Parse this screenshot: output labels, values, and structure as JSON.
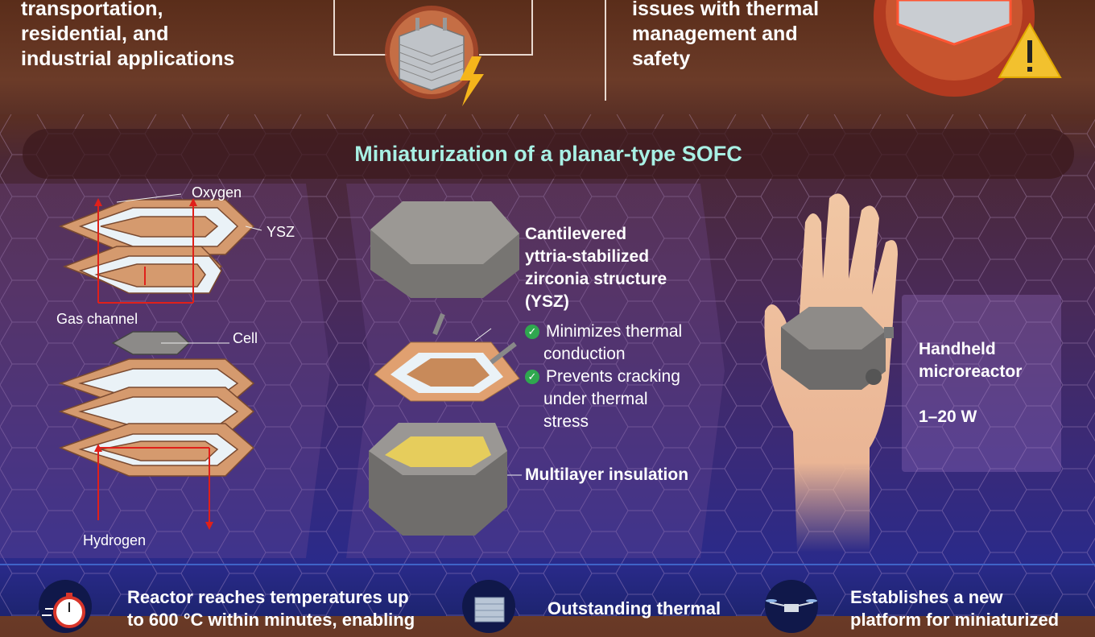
{
  "top": {
    "left_text": [
      "transportation,",
      "residential, and",
      "industrial applications"
    ],
    "right_text": [
      "issues with thermal",
      "management and",
      "safety"
    ]
  },
  "section_title": "Miniaturization of a planar-type SOFC",
  "left_panel": {
    "oxygen": "Oxygen",
    "ysz": "YSZ",
    "gas_channel": "Gas channel",
    "cell": "Cell",
    "hydrogen": "Hydrogen"
  },
  "middle_panel": {
    "structure_title": [
      "Cantilevered",
      "yttria-stabilized",
      "zirconia structure",
      "(YSZ)"
    ],
    "benefits": [
      [
        "Minimizes thermal",
        "conduction"
      ],
      [
        "Prevents cracking",
        "under thermal",
        "stress"
      ]
    ],
    "insulation": "Multilayer insulation"
  },
  "right_panel": {
    "title": [
      "Handheld",
      "microreactor"
    ],
    "power": "1–20 W"
  },
  "bottom": {
    "items": [
      [
        "Reactor reaches temperatures up",
        "to 600 °C within minutes, enabling"
      ],
      [
        "Outstanding thermal"
      ],
      [
        "Establishes a new",
        "platform for miniaturized"
      ]
    ]
  },
  "colors": {
    "title_accent": "#a8f0e4",
    "check": "#2fa84f",
    "warning": "#f2c12e",
    "bolt": "#f5b51b"
  },
  "icons": [
    "check-icon",
    "warning-icon",
    "lightning-icon",
    "stopwatch-icon",
    "drone-icon",
    "hand-icon"
  ]
}
